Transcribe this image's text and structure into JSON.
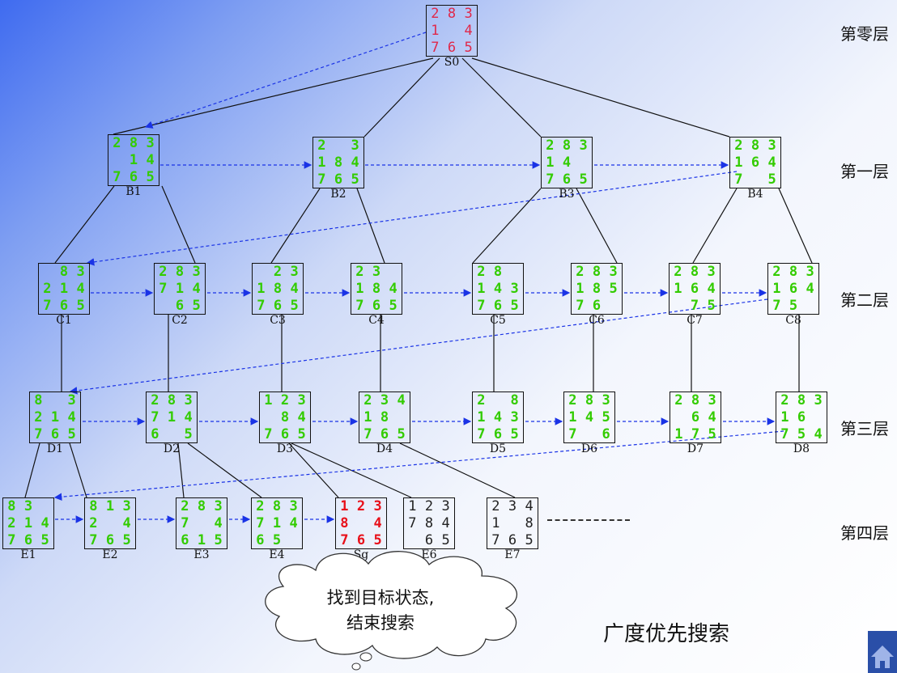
{
  "colors": {
    "green": "#33cc00",
    "red": "#e8101a",
    "blue_dash": "#1a33e6",
    "line": "#111111"
  },
  "levels": [
    "第零层",
    "第一层",
    "第二层",
    "第三层",
    "第四层"
  ],
  "caption": "广度优先搜索",
  "cloud": {
    "line1": "找到目标状态,",
    "line2": "结束搜索"
  },
  "nodes": {
    "S0": {
      "label": "S0",
      "color": "pink",
      "cells": [
        "2",
        "8",
        "3",
        "1",
        "",
        "4",
        "7",
        "6",
        "5"
      ]
    },
    "B1": {
      "label": "B1",
      "color": "green",
      "cells": [
        "2",
        "8",
        "3",
        "",
        "1",
        "4",
        "7",
        "6",
        "5"
      ]
    },
    "B2": {
      "label": "B2",
      "color": "green",
      "cells": [
        "2",
        "",
        "3",
        "1",
        "8",
        "4",
        "7",
        "6",
        "5"
      ]
    },
    "B3": {
      "label": "B3",
      "color": "green",
      "cells": [
        "2",
        "8",
        "3",
        "1",
        "4",
        "",
        "7",
        "6",
        "5"
      ]
    },
    "B4": {
      "label": "B4",
      "color": "green",
      "cells": [
        "2",
        "8",
        "3",
        "1",
        "6",
        "4",
        "7",
        "",
        "5"
      ]
    },
    "C1": {
      "label": "C1",
      "color": "green",
      "cells": [
        "",
        "8",
        "3",
        "2",
        "1",
        "4",
        "7",
        "6",
        "5"
      ]
    },
    "C2": {
      "label": "C2",
      "color": "green",
      "cells": [
        "2",
        "8",
        "3",
        "7",
        "1",
        "4",
        "",
        "6",
        "5"
      ]
    },
    "C3": {
      "label": "C3",
      "color": "green",
      "cells": [
        "",
        "2",
        "3",
        "1",
        "8",
        "4",
        "7",
        "6",
        "5"
      ]
    },
    "C4": {
      "label": "C4",
      "color": "green",
      "cells": [
        "2",
        "3",
        "",
        "1",
        "8",
        "4",
        "7",
        "6",
        "5"
      ]
    },
    "C5": {
      "label": "C5",
      "color": "green",
      "cells": [
        "2",
        "8",
        "",
        "1",
        "4",
        "3",
        "7",
        "6",
        "5"
      ]
    },
    "C6": {
      "label": "C6",
      "color": "green",
      "cells": [
        "2",
        "8",
        "3",
        "1",
        "8",
        "5",
        "7",
        "6",
        ""
      ]
    },
    "C7": {
      "label": "C7",
      "color": "green",
      "cells": [
        "2",
        "8",
        "3",
        "1",
        "6",
        "4",
        "",
        "7",
        "5"
      ]
    },
    "C8": {
      "label": "C8",
      "color": "green",
      "cells": [
        "2",
        "8",
        "3",
        "1",
        "6",
        "4",
        "7",
        "5",
        ""
      ]
    },
    "D1": {
      "label": "D1",
      "color": "green",
      "cells": [
        "8",
        "",
        "3",
        "2",
        "1",
        "4",
        "7",
        "6",
        "5"
      ]
    },
    "D2": {
      "label": "D2",
      "color": "green",
      "cells": [
        "2",
        "8",
        "3",
        "7",
        "1",
        "4",
        "6",
        "",
        "5"
      ]
    },
    "D3": {
      "label": "D3",
      "color": "green",
      "cells": [
        "1",
        "2",
        "3",
        "",
        "8",
        "4",
        "7",
        "6",
        "5"
      ]
    },
    "D4": {
      "label": "D4",
      "color": "green",
      "cells": [
        "2",
        "3",
        "4",
        "1",
        "8",
        "",
        "7",
        "6",
        "5"
      ]
    },
    "D5": {
      "label": "D5",
      "color": "green",
      "cells": [
        "2",
        "",
        "8",
        "1",
        "4",
        "3",
        "7",
        "6",
        "5"
      ]
    },
    "D6": {
      "label": "D6",
      "color": "green",
      "cells": [
        "2",
        "8",
        "3",
        "1",
        "4",
        "5",
        "7",
        "",
        "6"
      ]
    },
    "D7": {
      "label": "D7",
      "color": "green",
      "cells": [
        "2",
        "8",
        "3",
        "",
        "6",
        "4",
        "1",
        "7",
        "5"
      ]
    },
    "D8": {
      "label": "D8",
      "color": "green",
      "cells": [
        "2",
        "8",
        "3",
        "1",
        "6",
        "",
        "7",
        "5",
        "4"
      ]
    },
    "E1": {
      "label": "E1",
      "color": "green",
      "cells": [
        "8",
        "3",
        "",
        "2",
        "1",
        "4",
        "7",
        "6",
        "5"
      ]
    },
    "E2": {
      "label": "E2",
      "color": "green",
      "cells": [
        "8",
        "1",
        "3",
        "2",
        "",
        "4",
        "7",
        "6",
        "5"
      ]
    },
    "E3": {
      "label": "E3",
      "color": "green",
      "cells": [
        "2",
        "8",
        "3",
        "7",
        "",
        "4",
        "6",
        "1",
        "5"
      ]
    },
    "E4": {
      "label": "E4",
      "color": "green",
      "cells": [
        "2",
        "8",
        "3",
        "7",
        "1",
        "4",
        "6",
        "5",
        ""
      ]
    },
    "Sg": {
      "label": "Sg",
      "color": "red",
      "cells": [
        "1",
        "2",
        "3",
        "8",
        "",
        "4",
        "7",
        "6",
        "5"
      ]
    },
    "E6": {
      "label": "E6",
      "color": "black",
      "cells": [
        "1",
        "2",
        "3",
        "7",
        "8",
        "4",
        "",
        "6",
        "5"
      ]
    },
    "E7": {
      "label": "E7",
      "color": "black",
      "cells": [
        "2",
        "3",
        "4",
        "1",
        "",
        "8",
        "7",
        "6",
        "5"
      ]
    }
  }
}
